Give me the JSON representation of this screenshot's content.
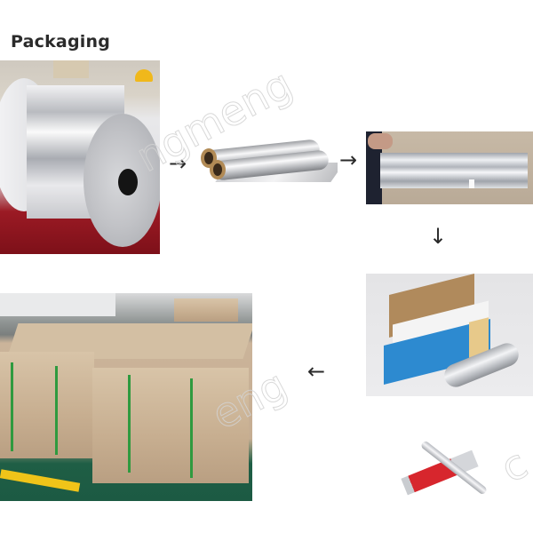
{
  "page": {
    "title": "Packaging"
  },
  "watermark": {
    "top": "ngmeng",
    "bottom": "eng",
    "corner": "c"
  },
  "steps": [
    {
      "id": "p1",
      "description": "Large aluminum foil jumbo coil in factory"
    },
    {
      "id": "p2",
      "description": "Slit household aluminum foil rolls"
    },
    {
      "id": "p3",
      "description": "Foil roll wrapped with bubble film"
    },
    {
      "id": "p4",
      "description": "Foil roll packed into blue retail box"
    },
    {
      "id": "p5",
      "description": "Retail aluminum foil box with roll"
    },
    {
      "id": "p6",
      "description": "Cartons stacked on pallets, stretch-wrapped and strapped"
    }
  ],
  "arrows": {
    "right1": "→",
    "right2": "→",
    "down": "↓",
    "left": "←"
  },
  "colors": {
    "title": "#2b2b2b",
    "arrow": "#2a2a2a",
    "strap": "#2f9a3f",
    "box_blue": "#2d8ad0",
    "floor_green": "#1f5e45",
    "carpet_red": "#9b1a24"
  }
}
